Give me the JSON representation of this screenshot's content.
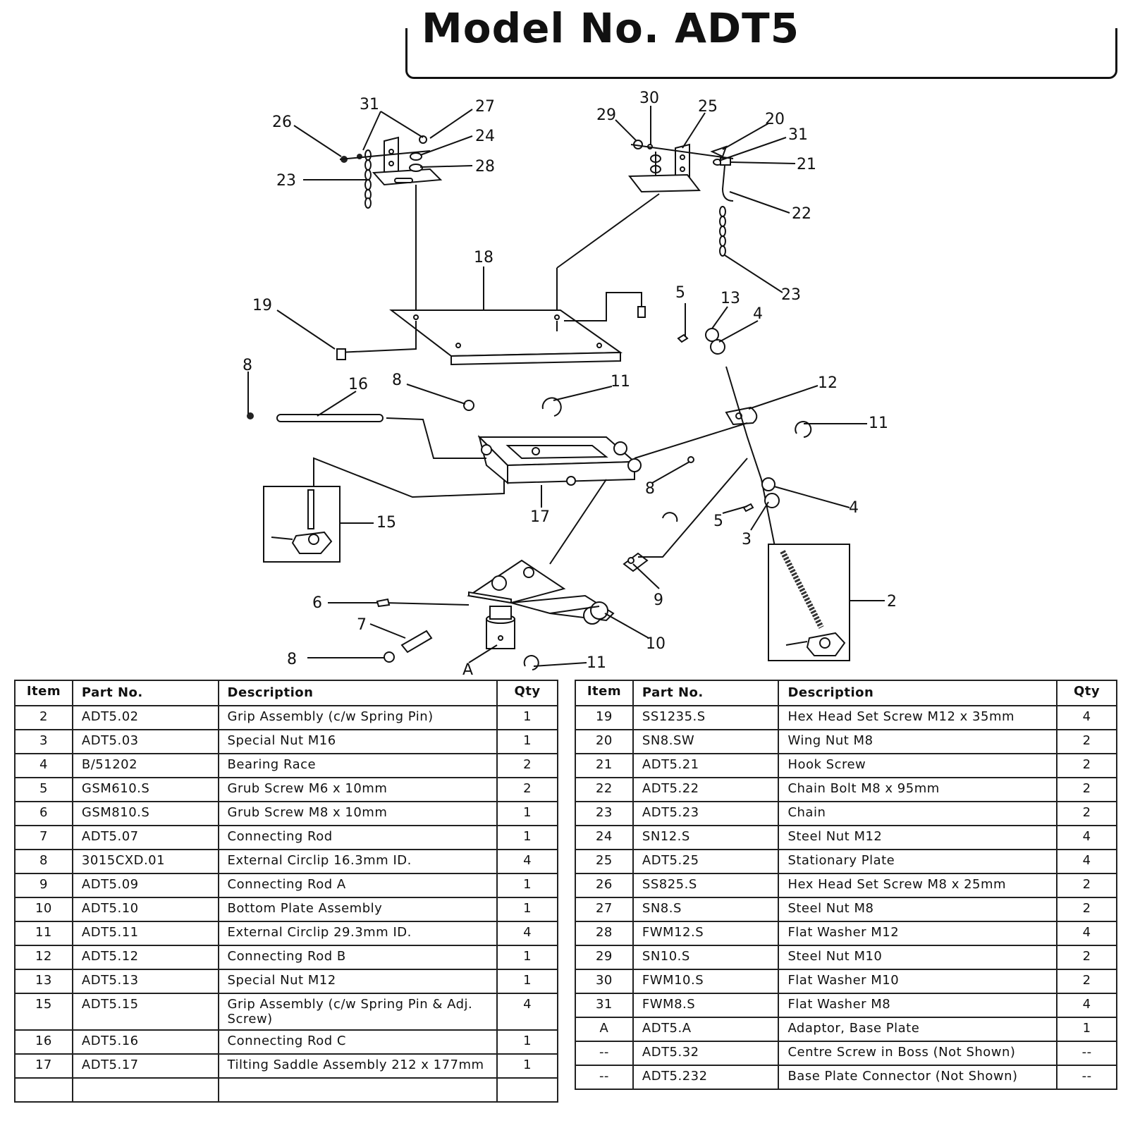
{
  "title": "Model No. ADT5",
  "callouts": {
    "c31a": "31",
    "c27": "27",
    "c26": "26",
    "c24": "24",
    "c28": "28",
    "c23a": "23",
    "c30": "30",
    "c29": "29",
    "c25": "25",
    "c20": "20",
    "c31b": "31",
    "c21": "21",
    "c22": "22",
    "c23b": "23",
    "c18": "18",
    "c19": "19",
    "c5a": "5",
    "c13": "13",
    "c4a": "4",
    "c8a": "8",
    "c16": "16",
    "c8b": "8",
    "c11a": "11",
    "c12": "12",
    "c11b": "11",
    "c8c": "8",
    "c17": "17",
    "c15": "15",
    "c4b": "4",
    "c5b": "5",
    "c3": "3",
    "c2": "2",
    "c9": "9",
    "c6": "6",
    "c7": "7",
    "c10": "10",
    "c8d": "8",
    "cA": "A",
    "c11c": "11"
  },
  "table_headers": {
    "item": "Item",
    "part_no": "Part No.",
    "description": "Description",
    "qty": "Qty"
  },
  "parts_left": [
    {
      "item": "2",
      "part_no": "ADT5.02",
      "description": "Grip Assembly (c/w Spring Pin)",
      "qty": "1"
    },
    {
      "item": "3",
      "part_no": "ADT5.03",
      "description": "Special Nut M16",
      "qty": "1"
    },
    {
      "item": "4",
      "part_no": "B/51202",
      "description": "Bearing Race",
      "qty": "2"
    },
    {
      "item": "5",
      "part_no": "GSM610.S",
      "description": "Grub Screw M6 x 10mm",
      "qty": "2"
    },
    {
      "item": "6",
      "part_no": "GSM810.S",
      "description": "Grub Screw M8 x 10mm",
      "qty": "1"
    },
    {
      "item": "7",
      "part_no": "ADT5.07",
      "description": "Connecting Rod",
      "qty": "1"
    },
    {
      "item": "8",
      "part_no": "3015CXD.01",
      "description": "External Circlip 16.3mm ID.",
      "qty": "4"
    },
    {
      "item": "9",
      "part_no": "ADT5.09",
      "description": "Connecting Rod A",
      "qty": "1"
    },
    {
      "item": "10",
      "part_no": "ADT5.10",
      "description": "Bottom Plate Assembly",
      "qty": "1"
    },
    {
      "item": "11",
      "part_no": "ADT5.11",
      "description": "External Circlip 29.3mm ID.",
      "qty": "4"
    },
    {
      "item": "12",
      "part_no": "ADT5.12",
      "description": "Connecting Rod B",
      "qty": "1"
    },
    {
      "item": "13",
      "part_no": "ADT5.13",
      "description": "Special Nut M12",
      "qty": "1"
    },
    {
      "item": "15",
      "part_no": "ADT5.15",
      "description": "Grip Assembly (c/w Spring Pin & Adj. Screw)",
      "qty": "4"
    },
    {
      "item": "16",
      "part_no": "ADT5.16",
      "description": "Connecting Rod C",
      "qty": "1"
    },
    {
      "item": "17",
      "part_no": "ADT5.17",
      "description": "Tilting Saddle Assembly 212 x 177mm",
      "qty": "1"
    }
  ],
  "parts_right": [
    {
      "item": "19",
      "part_no": "SS1235.S",
      "description": "Hex Head Set Screw M12 x 35mm",
      "qty": "4"
    },
    {
      "item": "20",
      "part_no": "SN8.SW",
      "description": "Wing Nut M8",
      "qty": "2"
    },
    {
      "item": "21",
      "part_no": "ADT5.21",
      "description": "Hook Screw",
      "qty": "2"
    },
    {
      "item": "22",
      "part_no": "ADT5.22",
      "description": "Chain Bolt M8 x 95mm",
      "qty": "2"
    },
    {
      "item": "23",
      "part_no": "ADT5.23",
      "description": "Chain",
      "qty": "2"
    },
    {
      "item": "24",
      "part_no": "SN12.S",
      "description": "Steel Nut M12",
      "qty": "4"
    },
    {
      "item": "25",
      "part_no": "ADT5.25",
      "description": "Stationary Plate",
      "qty": "4"
    },
    {
      "item": "26",
      "part_no": "SS825.S",
      "description": "Hex Head Set Screw M8 x 25mm",
      "qty": "2"
    },
    {
      "item": "27",
      "part_no": "SN8.S",
      "description": "Steel Nut M8",
      "qty": "2"
    },
    {
      "item": "28",
      "part_no": "FWM12.S",
      "description": "Flat Washer M12",
      "qty": "4"
    },
    {
      "item": "29",
      "part_no": "SN10.S",
      "description": "Steel Nut M10",
      "qty": "2"
    },
    {
      "item": "30",
      "part_no": "FWM10.S",
      "description": "Flat Washer M10",
      "qty": "2"
    },
    {
      "item": "31",
      "part_no": "FWM8.S",
      "description": "Flat Washer M8",
      "qty": "4"
    },
    {
      "item": "A",
      "part_no": "ADT5.A",
      "description": "Adaptor, Base Plate",
      "qty": "1"
    },
    {
      "item": "--",
      "part_no": "ADT5.32",
      "description": "Centre Screw in Boss (Not Shown)",
      "qty": "--"
    },
    {
      "item": "--",
      "part_no": "ADT5.232",
      "description": "Base Plate Connector (Not Shown)",
      "qty": "--"
    }
  ]
}
